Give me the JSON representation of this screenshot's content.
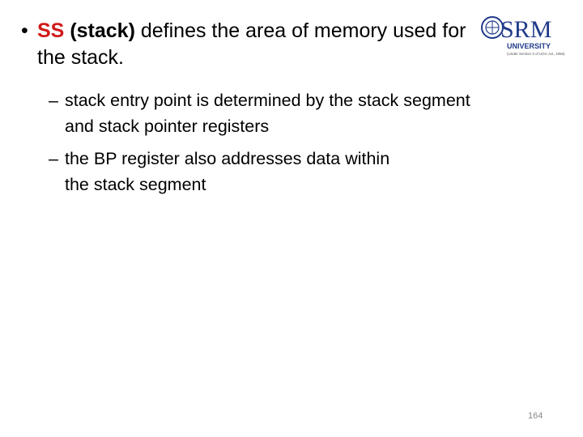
{
  "logo": {
    "brand": "SRM",
    "name": "UNIVERSITY",
    "tagline": "(Under Section 3 of UGC Act, 1956)"
  },
  "main_bullet": {
    "dot": "•",
    "keyword": "SS",
    "keyword_paren": "(stack)",
    "text_line1": " defines the area of memory used for",
    "text_line2": "the stack."
  },
  "sub_bullets": [
    {
      "dash": "–",
      "line1": "stack entry point is determined by the stack segment",
      "line2": "and stack pointer registers"
    },
    {
      "dash": "–",
      "line1": "the BP register also addresses data within",
      "line2": "the stack segment"
    }
  ],
  "page_number": "164",
  "colors": {
    "keyword": "#d11a1a",
    "logo_blue": "#1f3a8a",
    "page_number": "#8a8a8a"
  }
}
